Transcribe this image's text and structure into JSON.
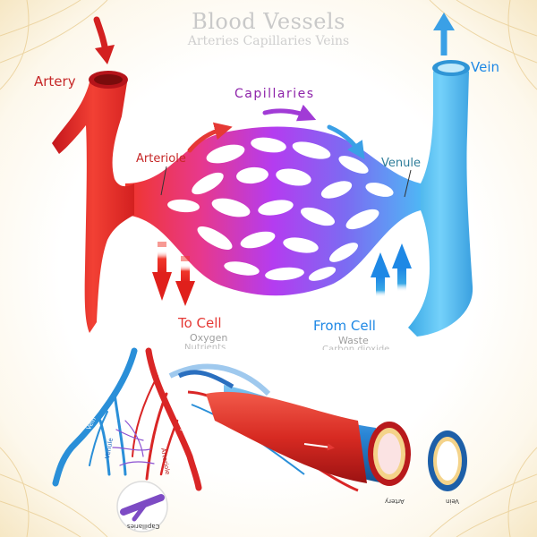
{
  "title": "Blood Vessels",
  "subtitle": "Arteries  Capillaries  Veins",
  "labels": {
    "artery": "Artery",
    "vein": "Vein",
    "capillaries": "Capillaries",
    "arteriole": "Arteriole",
    "venule": "Venule",
    "to_cell": "To Cell",
    "oxygen": "Oxygen",
    "nutrients": "Nutrients",
    "from_cell": "From Cell",
    "waste": "Waste",
    "co2": "Carbon dioxide"
  },
  "bottom_labels": {
    "vein_branch": "Vein",
    "artery_branch": "Artery",
    "venule_branch": "Venule",
    "arteriole_branch": "Arteriole",
    "capillaries_circle": "Capillaries",
    "artery_section": "Artery",
    "vein_section": "Vein"
  },
  "colors": {
    "artery": "#e53935",
    "artery_dark": "#b71c1c",
    "vein": "#4fc3f7",
    "vein_dark": "#1e88e5",
    "capillary_mid": "#b43cf0",
    "title": "#c9c9c9"
  },
  "icons": [
    "arrow-down-icon",
    "arrow-up-icon",
    "flow-arrow-icon"
  ]
}
